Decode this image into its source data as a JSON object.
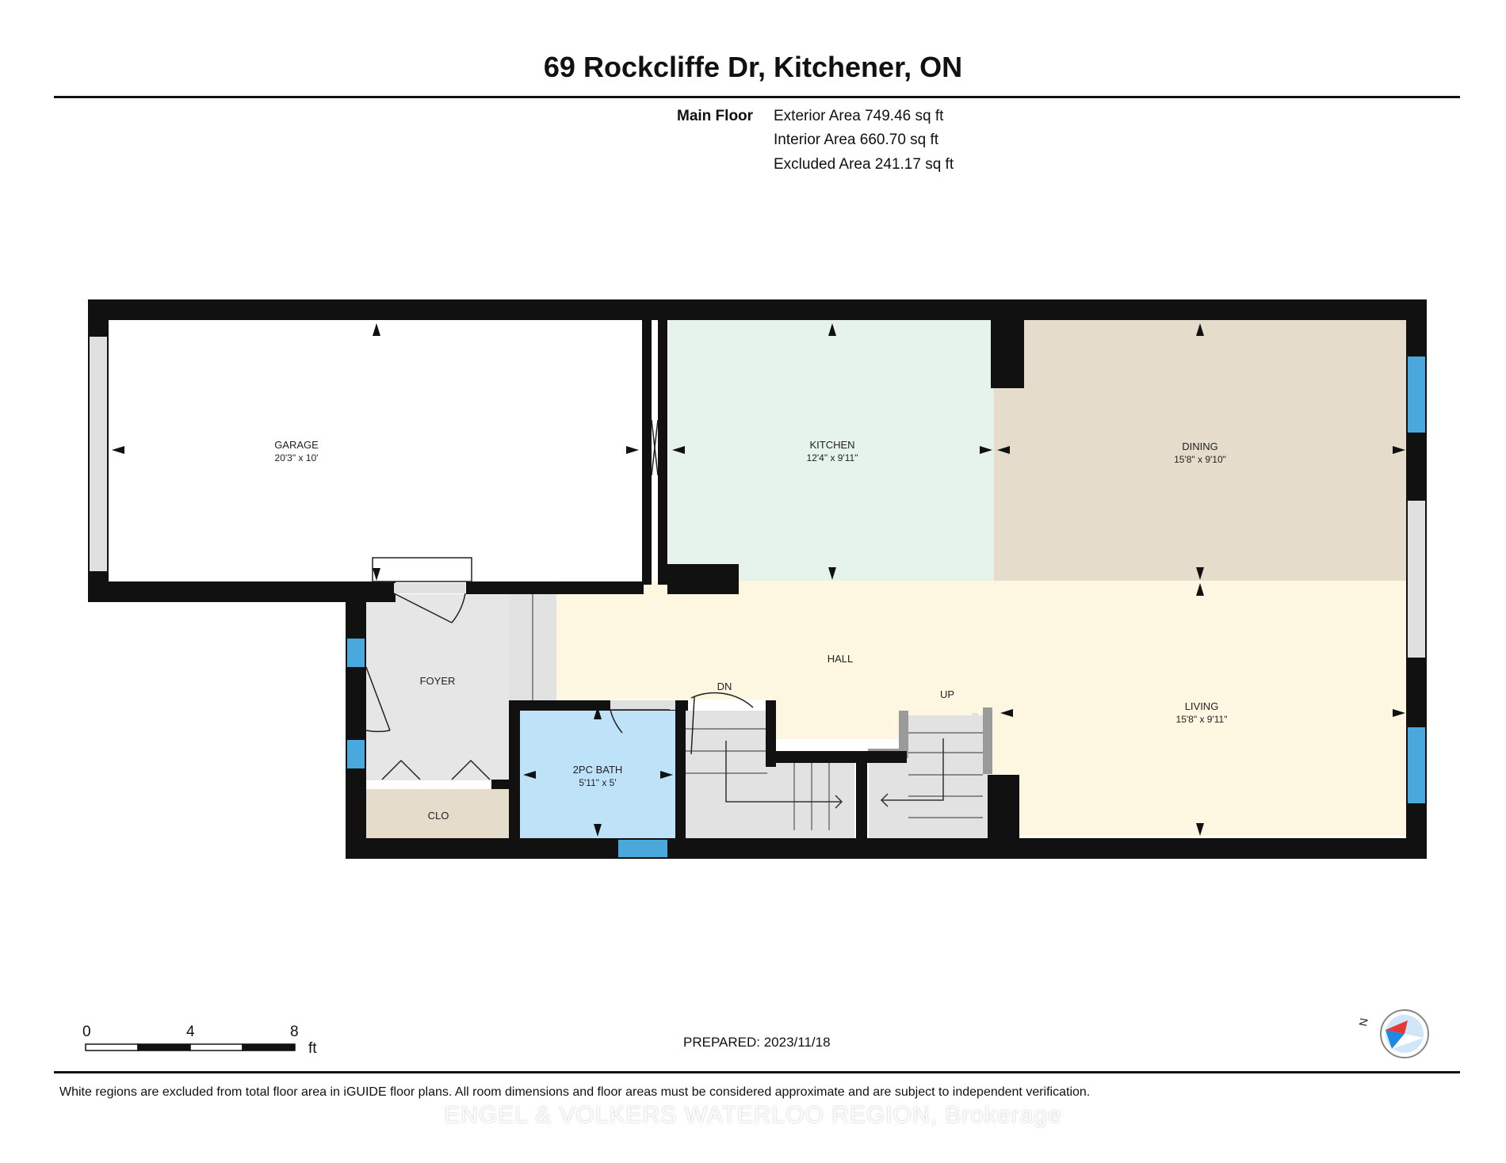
{
  "header": {
    "title": "69 Rockcliffe Dr, Kitchener, ON",
    "floor_label": "Main Floor",
    "areas": [
      "Exterior Area 749.46 sq ft",
      "Interior Area 660.70 sq ft",
      "Excluded Area 241.17 sq ft"
    ]
  },
  "rooms": {
    "garage": {
      "name": "GARAGE",
      "dims": "20'3\" x 10'",
      "color": "#ffffff"
    },
    "kitchen": {
      "name": "KITCHEN",
      "dims": "12'4\" x 9'11\"",
      "color": "#e6f3ea"
    },
    "dining": {
      "name": "DINING",
      "dims": "15'8\" x 9'10\"",
      "color": "#e6dccb"
    },
    "hall": {
      "name": "HALL",
      "color": "#fdf7e2"
    },
    "living": {
      "name": "LIVING",
      "dims": "15'8\" x 9'11\"",
      "color": "#fdf7e2"
    },
    "foyer": {
      "name": "FOYER",
      "color": "#e6e6e6"
    },
    "bath": {
      "name": "2PC BATH",
      "dims": "5'11\" x 5'",
      "color": "#bee3f8"
    },
    "closet": {
      "name": "CLO",
      "color": "#e6dccb"
    },
    "stairs_down": "DN",
    "stairs_up": "UP"
  },
  "colors": {
    "wall": "#111111",
    "window": "#4aa8dc",
    "stairs": "#e2e2e2"
  },
  "scale": {
    "labels": [
      "0",
      "4",
      "8"
    ],
    "unit": "ft"
  },
  "compass": {
    "label": "N"
  },
  "footer": {
    "prepared": "PREPARED: 2023/11/18",
    "disclaimer": "White regions are excluded from total floor area in iGUIDE floor plans. All room dimensions and floor areas must be considered approximate and are subject to independent verification.",
    "watermark": "ENGEL & VOLKERS WATERLOO REGION, Brokerage"
  }
}
